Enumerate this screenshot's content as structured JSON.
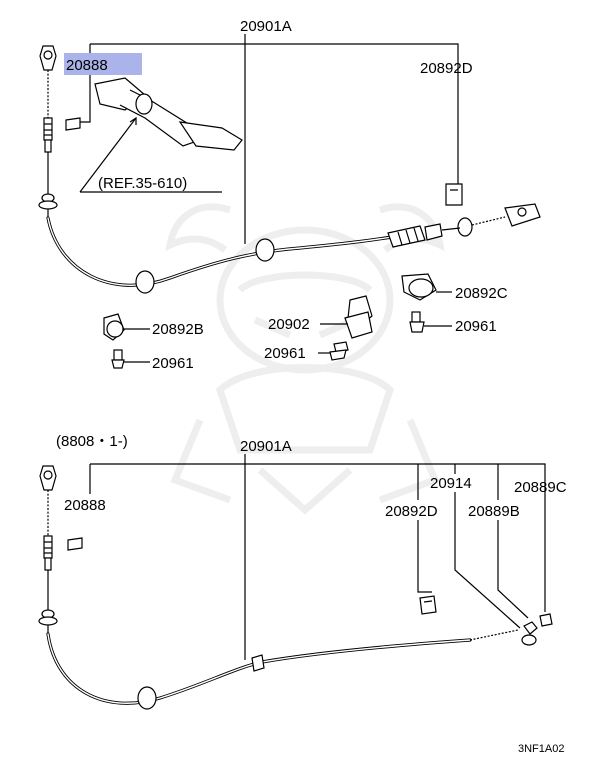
{
  "parts": {
    "top": {
      "p20901A": "20901A",
      "p20888": "20888",
      "p20892D": "20892D",
      "ref": "(REF.35-610)",
      "p20892C": "20892C",
      "p20892B": "20892B",
      "p20902": "20902",
      "p20961_left": "20961",
      "p20961_mid": "20961",
      "p20961_right": "20961"
    },
    "bottom": {
      "section_label": "(8808・1-)",
      "p20901A": "20901A",
      "p20888": "20888",
      "p20914": "20914",
      "p20889C": "20889C",
      "p20892D": "20892D",
      "p20889B": "20889B"
    }
  },
  "highlight_color": "#aab4ea",
  "figure_code": "3NF1A02"
}
